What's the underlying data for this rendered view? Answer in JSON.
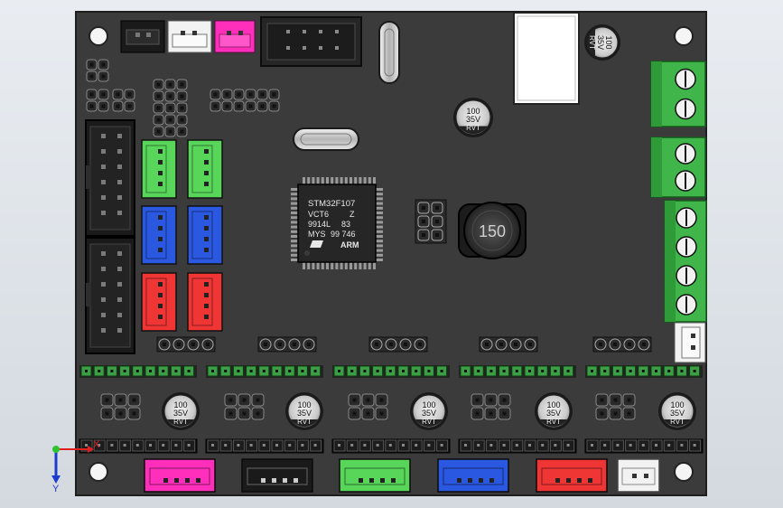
{
  "viewport": {
    "background": "#dfe4e9"
  },
  "board": {
    "color": "#3b3b3b",
    "edge_color": "#1e1e1e"
  },
  "mcu": {
    "line1": "STM32F107",
    "line2a": "VCT6",
    "line2b": "Z",
    "line3a": "9914L",
    "line3b": "83",
    "line4a": "MYS",
    "line4b": "99 746",
    "logo": "ARM"
  },
  "inductor": {
    "marking": "150"
  },
  "capacitors": [
    {
      "line1": "100",
      "line2": "35V",
      "line3": "RVT"
    }
  ],
  "top_cap": {
    "line1": "100",
    "line2": "35V",
    "line3": "RVT"
  },
  "axis": {
    "x_label": "X",
    "y_label": "Y"
  },
  "colors": {
    "green": "#58d65a",
    "blue": "#2a58e0",
    "red": "#f03535",
    "magenta": "#ff2fbc",
    "white": "#f2f2f2",
    "black": "#1a1a1a",
    "terminal": "#3fb54a"
  }
}
